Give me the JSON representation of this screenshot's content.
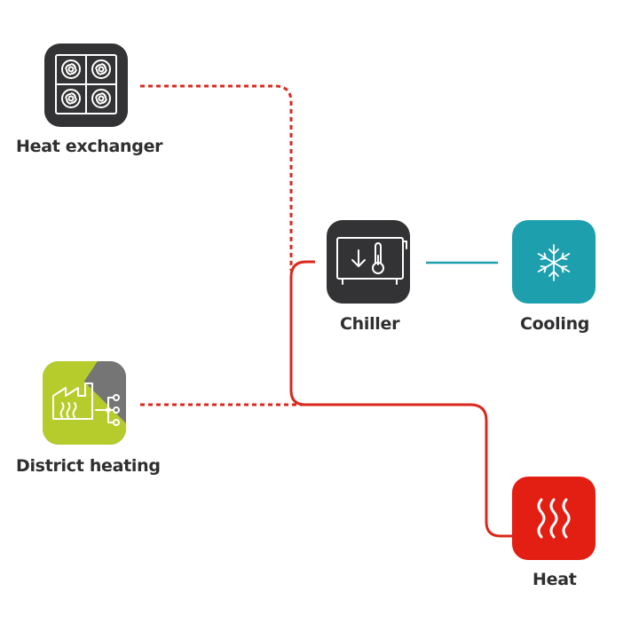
{
  "nodes": {
    "heat_exchanger": {
      "label": "Heat exchanger",
      "icon": "heat-exchanger-fans-icon",
      "color": "#333335"
    },
    "chiller": {
      "label": "Chiller",
      "icon": "chiller-thermometer-icon",
      "color": "#333335"
    },
    "cooling": {
      "label": "Cooling",
      "icon": "snowflake-icon",
      "color": "#1e9fad"
    },
    "district_heating": {
      "label": "District heating",
      "icon": "factory-icon",
      "color": "#b6cc2c",
      "secondary_color": "#757575"
    },
    "heat": {
      "label": "Heat",
      "icon": "heat-waves-icon",
      "color": "#e31e12"
    }
  },
  "connections": [
    {
      "from": "Heat exchanger",
      "to": "Chiller",
      "style": "dashed",
      "color": "#d9291c"
    },
    {
      "from": "District heating",
      "to": "Heat",
      "style": "dashed",
      "color": "#d9291c"
    },
    {
      "from": "Chiller",
      "to": "Heat",
      "style": "solid",
      "color": "#d9291c"
    },
    {
      "from": "Chiller",
      "to": "Cooling",
      "style": "solid",
      "color": "#1e9fad"
    }
  ]
}
